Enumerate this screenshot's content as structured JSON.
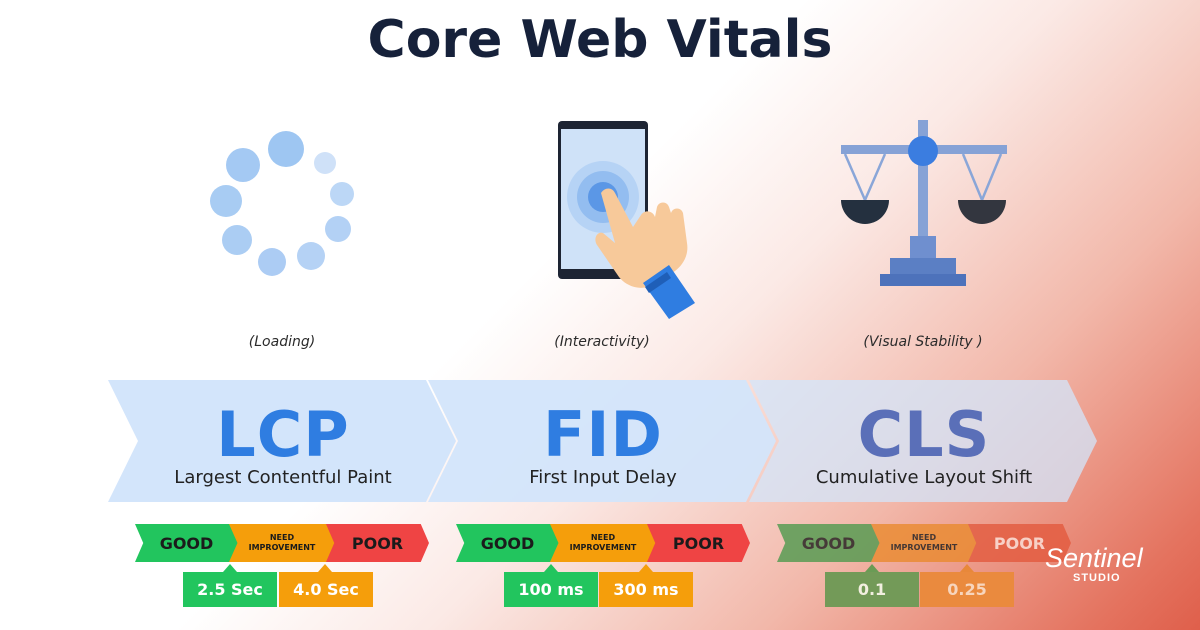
{
  "title": "Core Web Vitals",
  "metrics": [
    {
      "caption": "(Loading)",
      "abbr": "LCP",
      "name": "Largest Contentful Paint",
      "threshold_good": "2.5 Sec",
      "threshold_poor": "4.0 Sec",
      "icon": "loading-spinner-icon"
    },
    {
      "caption": "(Interactivity)",
      "abbr": "FID",
      "name": "First Input Delay",
      "threshold_good": "100 ms",
      "threshold_poor": "300 ms",
      "icon": "tap-phone-icon"
    },
    {
      "caption": "(Visual Stability )",
      "abbr": "CLS",
      "name": "Cumulative Layout Shift",
      "threshold_good": "0.1",
      "threshold_poor": "0.25",
      "icon": "balance-scale-icon"
    }
  ],
  "scale_labels": {
    "good": "GOOD",
    "need_improvement": "NEED IMPROVEMENT",
    "poor": "POOR"
  },
  "brand": {
    "name": "Sentinel",
    "sub": "STUDIO"
  },
  "colors": {
    "title": "#16213a",
    "banner": "#d3e5fb",
    "abbr_lcp": "#2f7de1",
    "abbr_fid": "#2f7de1",
    "abbr_cls": "#5a6fb8",
    "good": "#22c55e",
    "need_improvement": "#f59e0b",
    "poor": "#ef4444"
  }
}
